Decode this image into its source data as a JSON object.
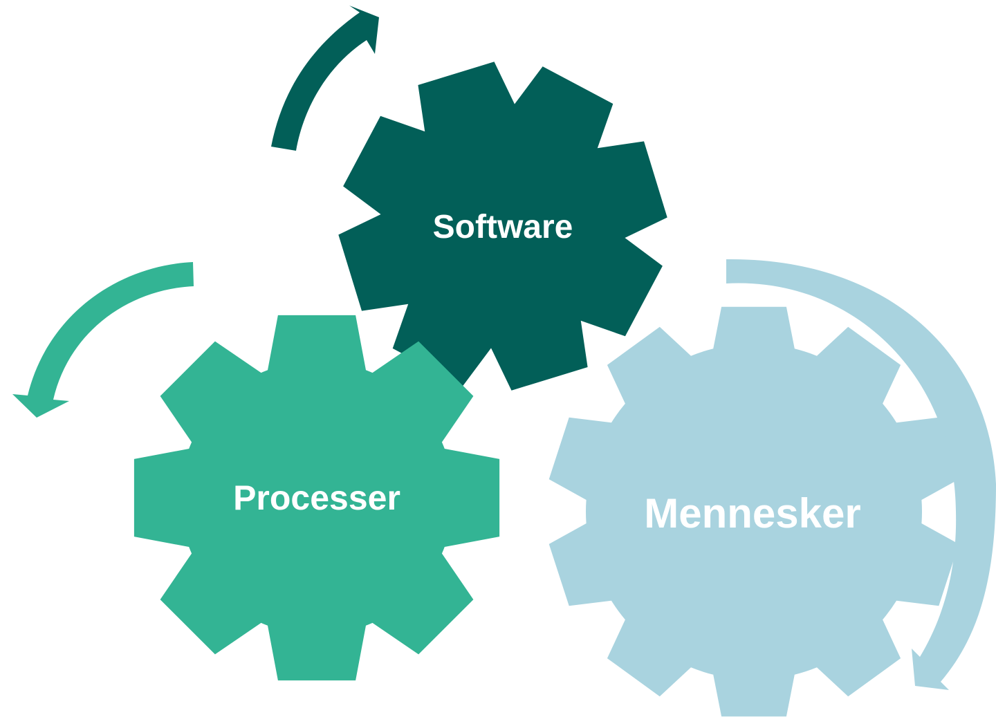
{
  "diagram": {
    "gears": [
      {
        "id": "software",
        "label": "Software",
        "color": "#025f58"
      },
      {
        "id": "processer",
        "label": "Processer",
        "color": "#33b494"
      },
      {
        "id": "mennesker",
        "label": "Mennesker",
        "color": "#a9d3df"
      }
    ],
    "arrows": [
      {
        "id": "arrow-software",
        "color": "#025f58"
      },
      {
        "id": "arrow-processer",
        "color": "#33b494"
      },
      {
        "id": "arrow-mennesker",
        "color": "#a9d3df"
      }
    ]
  }
}
